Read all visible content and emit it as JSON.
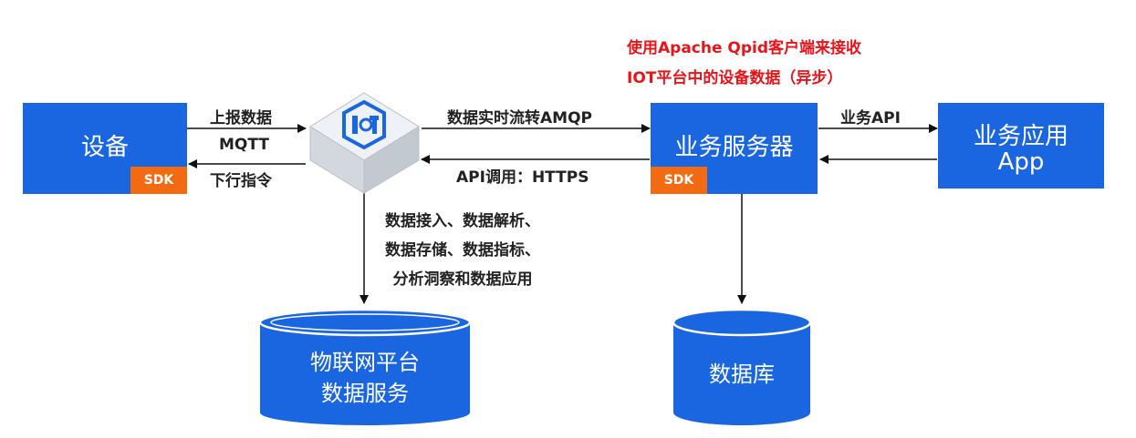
{
  "note": {
    "line1": "使用Apache Qpid客户端来接收",
    "line2": "IOT平台中的设备数据（异步）"
  },
  "device": {
    "title": "设备",
    "sdk": "SDK"
  },
  "server": {
    "title": "业务服务器",
    "sdk": "SDK"
  },
  "app": {
    "line1": "业务应用",
    "line2": "App"
  },
  "iot_hub": {
    "icon": "iot-logo-icon"
  },
  "links": {
    "device_up": "上报数据",
    "protocol": "MQTT",
    "device_down": "下行指令",
    "to_server": "数据实时流转AMQP",
    "to_hub": "API调用：HTTPS",
    "to_app": "业务API"
  },
  "hub_functions": {
    "line1": "数据接入、数据解析、",
    "line2": "数据存储、数据指标、",
    "line3": "分析洞察和数据应用"
  },
  "platform_db": {
    "line1": "物联网平台",
    "line2": "数据服务"
  },
  "server_db": {
    "label": "数据库"
  },
  "colors": {
    "box": "#1a66e0",
    "sdk": "#f26b12",
    "note": "#e8141a"
  }
}
